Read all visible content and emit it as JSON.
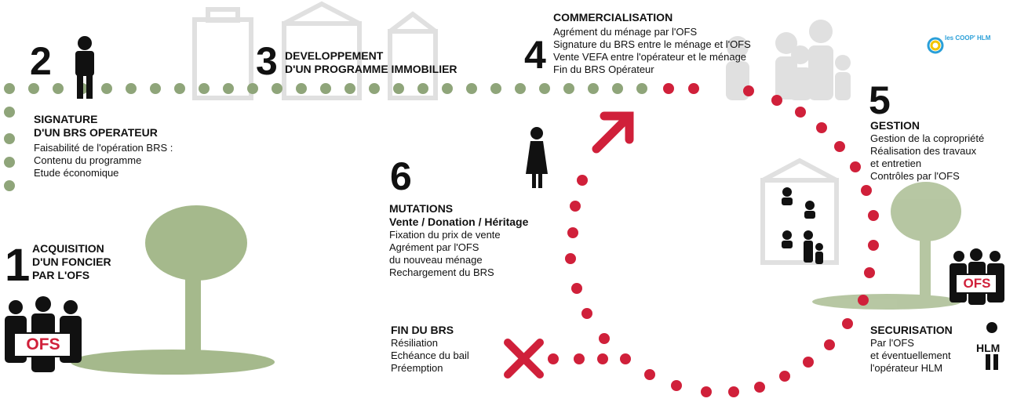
{
  "colors": {
    "green": "#8fa57a",
    "red": "#d0203a",
    "grey": "#e2e2e2",
    "tree": "#a5b98c"
  },
  "logo": {
    "text": "les COOP' HLM"
  },
  "steps": [
    {
      "number": "1",
      "title_lines": [
        "ACQUISITION",
        "D'UN FONCIER",
        "PAR L'OFS"
      ],
      "badge": "OFS"
    },
    {
      "number": "2",
      "title_lines": [
        "SIGNATURE",
        "D'UN BRS OPERATEUR"
      ],
      "lines": [
        "Faisabilité de l'opération BRS :",
        "Contenu du programme",
        "Etude économique"
      ]
    },
    {
      "number": "3",
      "title_lines": [
        "DEVELOPPEMENT",
        "D'UN PROGRAMME IMMOBILIER"
      ]
    },
    {
      "number": "4",
      "title_lines": [
        "COMMERCIALISATION"
      ],
      "lines": [
        "Agrément du ménage par l'OFS",
        "Signature du BRS entre le ménage et l'OFS",
        "Vente VEFA entre l'opérateur et le ménage",
        "Fin du BRS Opérateur"
      ]
    },
    {
      "number": "5",
      "title_lines": [
        "GESTION"
      ],
      "lines": [
        "Gestion de la copropriété",
        "Réalisation des travaux",
        "et entretien",
        "Contrôles par l'OFS"
      ],
      "badge": "OFS"
    },
    {
      "number": "6",
      "title_lines": [
        "MUTATIONS",
        "Vente  / Donation  / Héritage"
      ],
      "lines": [
        "Fixation du prix de vente",
        "Agrément par l'OFS",
        "du nouveau ménage",
        "Rechargement du BRS"
      ]
    }
  ],
  "fin_brs": {
    "title": "FIN DU BRS",
    "lines": [
      "Résiliation",
      "Echéance du bail",
      "Préemption"
    ]
  },
  "securisation": {
    "title": "SECURISATION",
    "lines": [
      "Par l'OFS",
      "et éventuellement",
      "l'opérateur HLM"
    ],
    "badge": "HLM"
  }
}
